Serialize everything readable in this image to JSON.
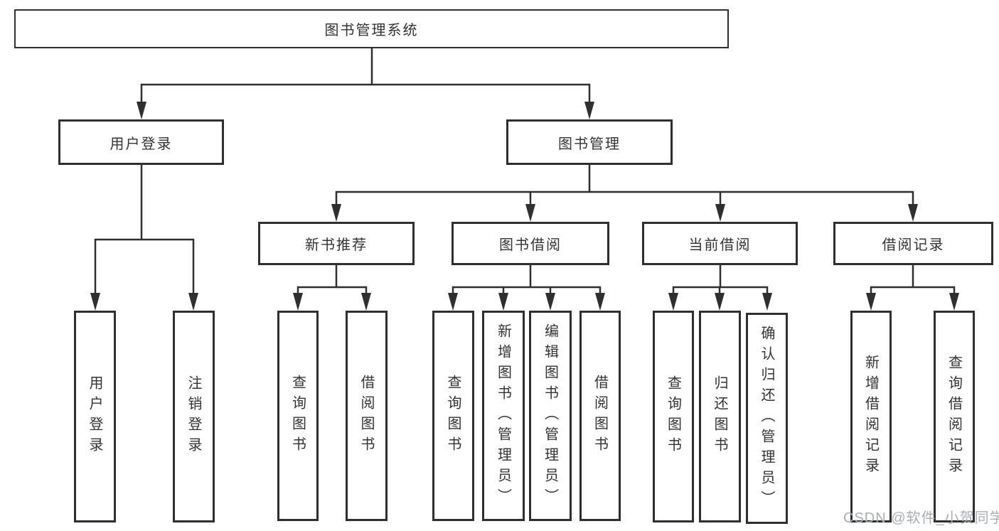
{
  "tree": {
    "root": {
      "label": "图书管理系统"
    },
    "branches": [
      {
        "label": "用户登录",
        "children": [
          {
            "label": "用户登录"
          },
          {
            "label": "注销登录"
          }
        ]
      },
      {
        "label": "图书管理",
        "children": [
          {
            "label": "新书推荐",
            "children": [
              {
                "label": "查询图书"
              },
              {
                "label": "借阅图书"
              }
            ]
          },
          {
            "label": "图书借阅",
            "children": [
              {
                "label": "查询图书"
              },
              {
                "label": "新增图书（管理员）"
              },
              {
                "label": "编辑图书（管理员）"
              },
              {
                "label": "借阅图书"
              }
            ]
          },
          {
            "label": "当前借阅",
            "children": [
              {
                "label": "查询图书"
              },
              {
                "label": "归还图书"
              },
              {
                "label": "确认归还（管理员）"
              }
            ]
          },
          {
            "label": "借阅记录",
            "children": [
              {
                "label": "新增借阅记录"
              },
              {
                "label": "查询借阅记录"
              }
            ]
          }
        ]
      }
    ]
  },
  "watermark": {
    "text": "CSDN @软件_小贺同学"
  },
  "colors": {
    "line": "#2f2f2f",
    "box_border": "#2f2f2f",
    "text": "#333333",
    "watermark": "#a9aeb5",
    "background": "#ffffff"
  }
}
